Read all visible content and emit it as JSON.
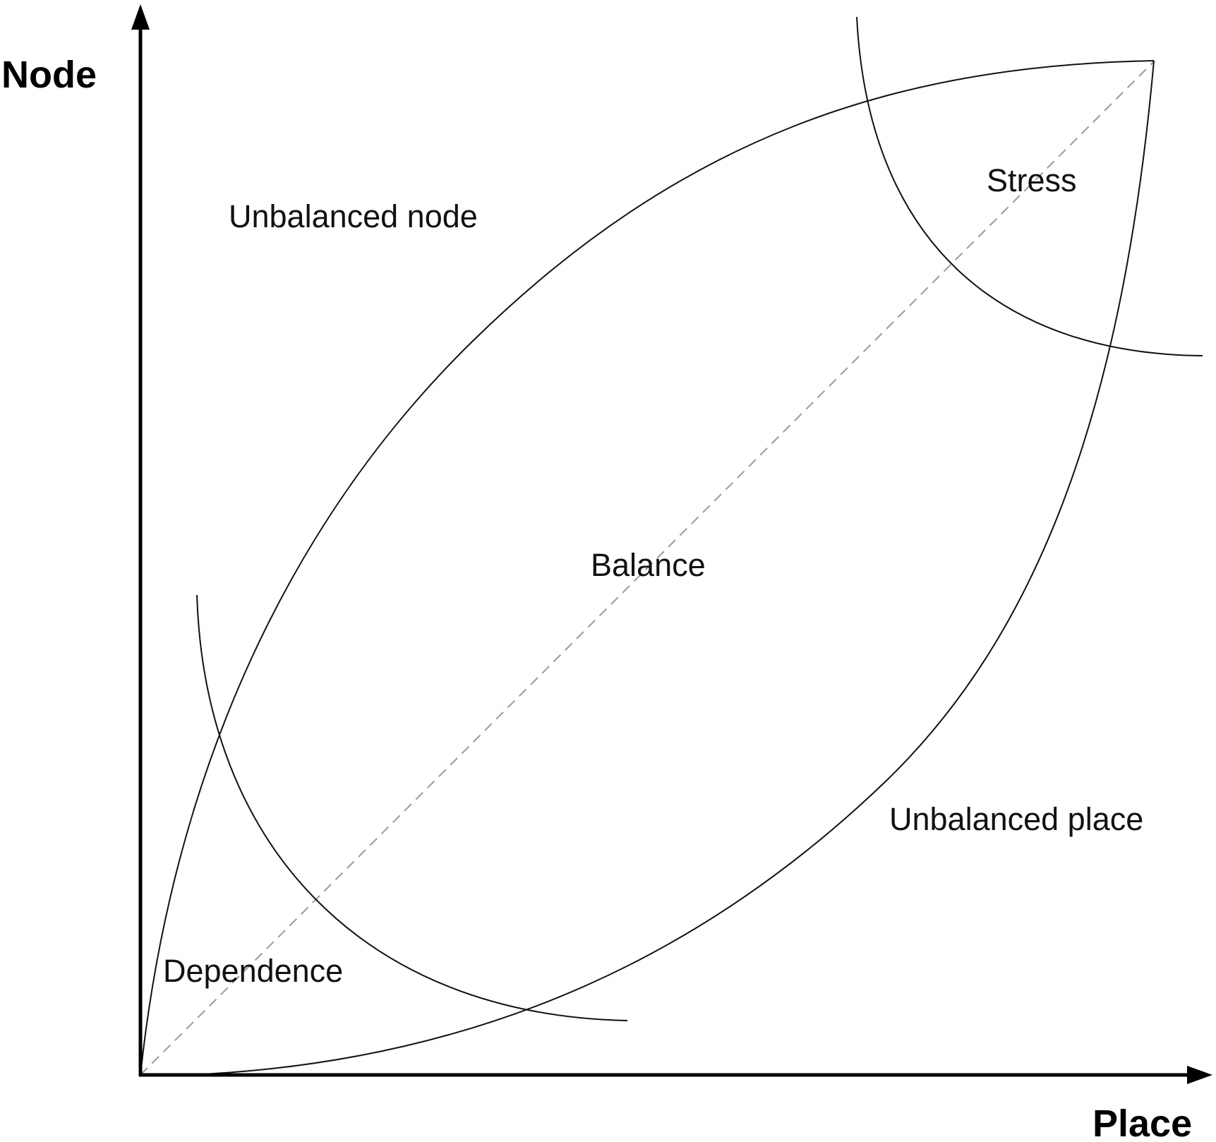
{
  "diagram": {
    "axes": {
      "y_label": "Node",
      "x_label": "Place"
    },
    "regions": {
      "unbalanced_node": "Unbalanced node",
      "stress": "Stress",
      "balance": "Balance",
      "unbalanced_place": "Unbalanced place",
      "dependence": "Dependence"
    },
    "colors": {
      "axis": "#000000",
      "curves": "#111111",
      "diagonal": "#9a9a9a",
      "background": "#ffffff"
    }
  }
}
